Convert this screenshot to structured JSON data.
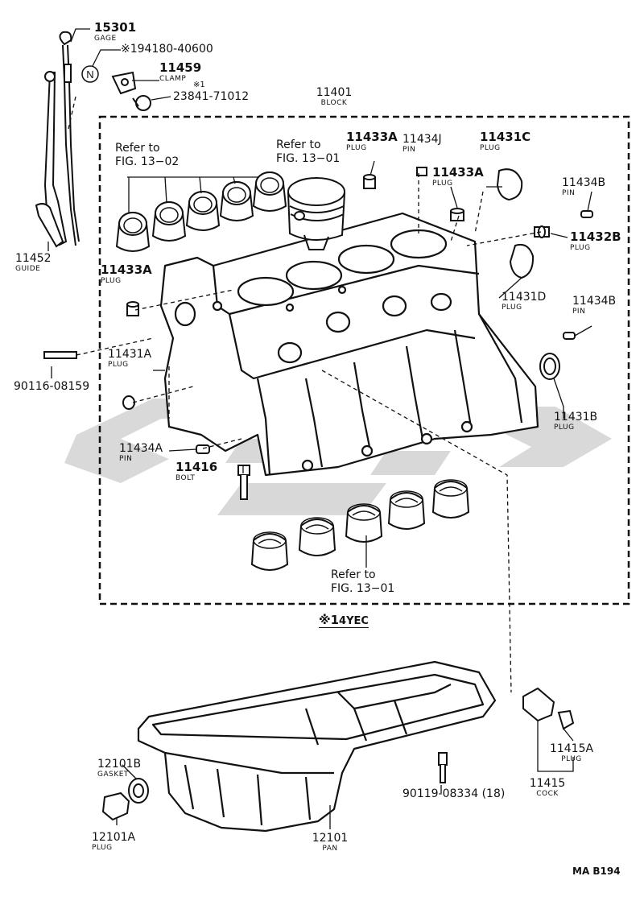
{
  "parts": {
    "p15301": {
      "number": "15301",
      "name": "GAGE"
    },
    "p194180": {
      "number": "※194180-40600"
    },
    "p11459": {
      "number": "11459",
      "name": "CLAMP"
    },
    "note1": {
      "text": "※1"
    },
    "p23841": {
      "number": "23841-71012"
    },
    "p11401": {
      "number": "11401",
      "name": "BLOCK"
    },
    "p11452": {
      "number": "11452",
      "name": "GUIDE"
    },
    "p11433A_top": {
      "number": "11433A",
      "name": "PLUG"
    },
    "p11434J": {
      "number": "11434J",
      "name": "PIN"
    },
    "p11433A_mid": {
      "number": "11433A",
      "name": "PLUG"
    },
    "p11431C": {
      "number": "11431C",
      "name": "PLUG"
    },
    "p11434B_top": {
      "number": "11434B",
      "name": "PIN"
    },
    "p11432B": {
      "number": "11432B",
      "name": "PLUG"
    },
    "p11433A_left": {
      "number": "11433A",
      "name": "PLUG"
    },
    "p11431D": {
      "number": "11431D",
      "name": "PLUG"
    },
    "p11434B_mid": {
      "number": "11434B",
      "name": "PIN"
    },
    "p11431A": {
      "number": "11431A",
      "name": "PLUG"
    },
    "p90116": {
      "number": "90116-08159"
    },
    "p11431B": {
      "number": "11431B",
      "name": "PLUG"
    },
    "p11434A": {
      "number": "11434A",
      "name": "PIN"
    },
    "p11416": {
      "number": "11416",
      "name": "BOLT"
    },
    "p12101B": {
      "number": "12101B",
      "name": "GASKET"
    },
    "p12101A": {
      "number": "12101A",
      "name": "PLUG"
    },
    "p12101": {
      "number": "12101",
      "name": "PAN"
    },
    "p90119": {
      "number": "90119-08334 (18)"
    },
    "p11415A": {
      "number": "11415A",
      "name": "PLUG"
    },
    "p11415": {
      "number": "11415",
      "name": "COCK"
    }
  },
  "refs": {
    "fig1302": {
      "line1": "Refer to",
      "line2": "FIG. 13−02"
    },
    "fig1301_top": {
      "line1": "Refer to",
      "line2": "FIG. 13−01"
    },
    "fig1301_bottom": {
      "line1": "Refer to",
      "line2": "FIG. 13−01"
    }
  },
  "engine_note": {
    "prefix": "※1",
    "engine": "4YEC"
  },
  "drawing_code": "MA B194",
  "icons": {
    "n_symbol": "N"
  }
}
